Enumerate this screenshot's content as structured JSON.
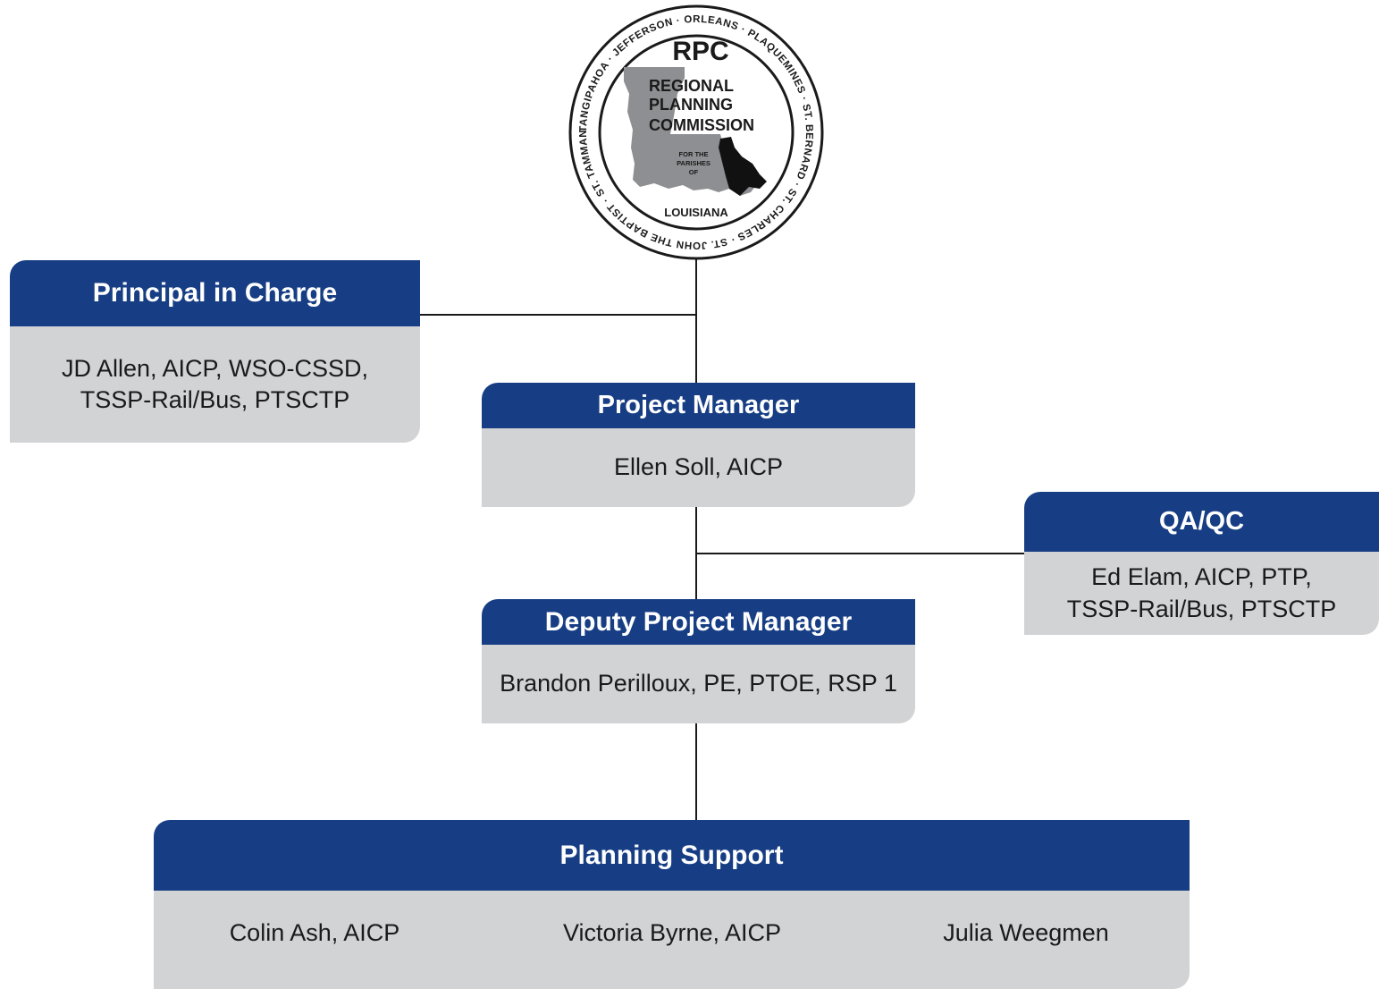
{
  "seal": {
    "acronym": "RPC",
    "name_line1": "REGIONAL",
    "name_line2": "PLANNING",
    "name_line3": "COMMISSION",
    "sub_line1": "FOR THE",
    "sub_line2": "PARISHES",
    "sub_line3": "OF",
    "state": "LOUISIANA",
    "ring_text": "TANGIPAHOA · JEFFERSON · ORLEANS · PLAQUEMINES · ST. BERNARD · ST. CHARLES · ST. JOHN THE BAPTIST · ST. TAMMANY ·"
  },
  "principal": {
    "title": "Principal in Charge",
    "body": "JD Allen, AICP, WSO-CSSD,\nTSSP-Rail/Bus, PTSCTP"
  },
  "project_manager": {
    "title": "Project Manager",
    "body": "Ellen Soll, AICP"
  },
  "qa_qc": {
    "title": "QA/QC",
    "body": "Ed Elam, AICP, PTP,\nTSSP-Rail/Bus, PTSCTP"
  },
  "deputy_pm": {
    "title": "Deputy Project Manager",
    "body": "Brandon Perilloux, PE, PTOE, RSP 1"
  },
  "planning_support": {
    "title": "Planning Support",
    "members": [
      "Colin Ash, AICP",
      "Victoria Byrne, AICP",
      "Julia Weegmen"
    ]
  },
  "colors": {
    "header_blue": "#173e84",
    "body_gray": "#d2d3d5",
    "connector": "#1a1a1a"
  }
}
